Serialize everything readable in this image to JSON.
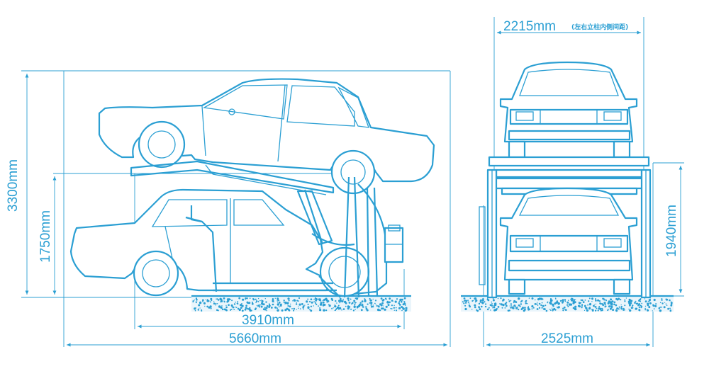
{
  "side_view": {
    "total_height_label": "3300mm",
    "lower_height_label": "1750mm",
    "platform_length_label": "3910mm",
    "total_length_label": "5660mm"
  },
  "front_view": {
    "inner_width_label": "2215mm",
    "inner_width_note": "(左右立柱内侧间距)",
    "total_width_label": "2525mm",
    "platform_height_label": "1940mm"
  },
  "colors": {
    "line": "#2b9fd3",
    "background": "#ffffff"
  }
}
